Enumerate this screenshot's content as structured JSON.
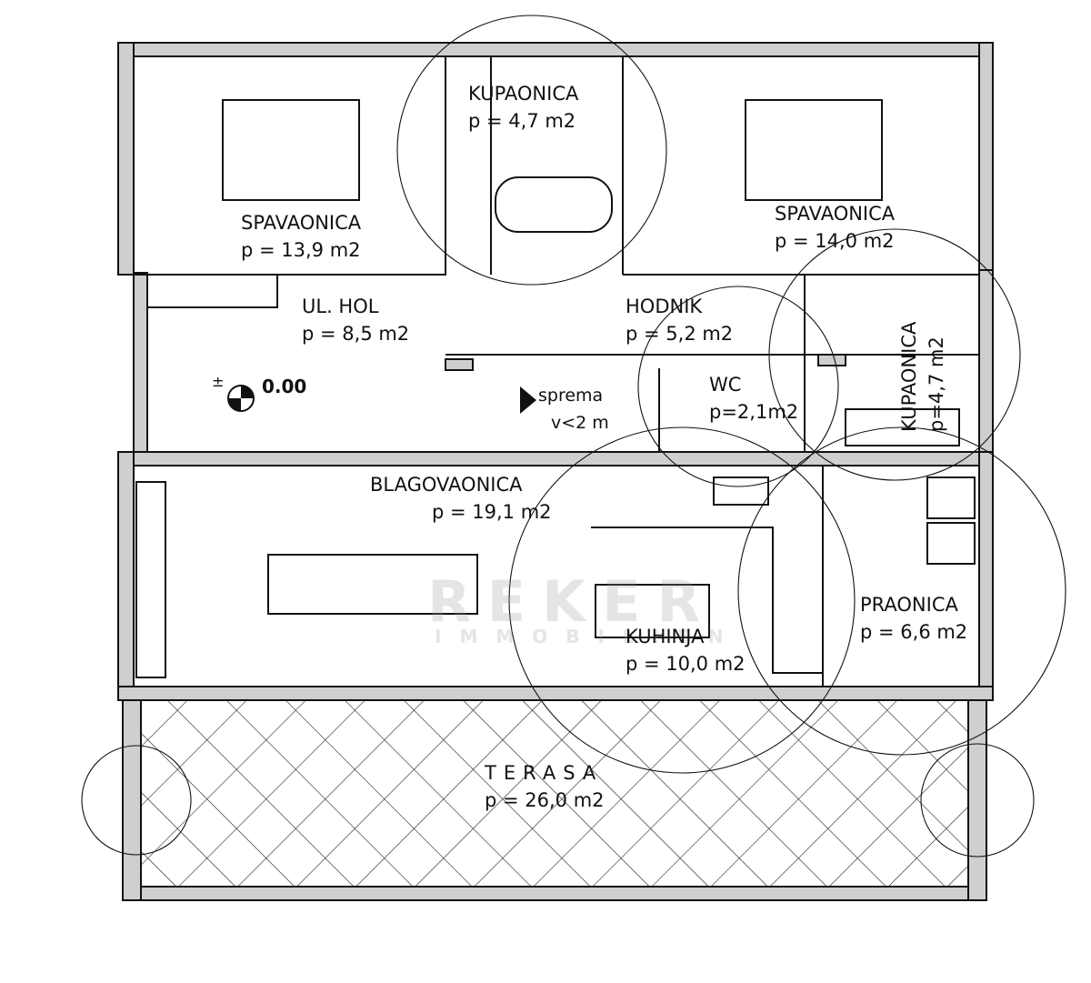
{
  "rooms": [
    {
      "name": "SPAVAONICA",
      "area": "p = 13,9 m2"
    },
    {
      "name": "KUPAONICA",
      "area": "p = 4,7 m2"
    },
    {
      "name": "SPAVAONICA",
      "area": "p = 14,0 m2"
    },
    {
      "name": "UL. HOL",
      "area": "p = 8,5 m2"
    },
    {
      "name": "HODNIK",
      "area": "p = 5,2 m2"
    },
    {
      "name": "sprema",
      "area": "v<2 m"
    },
    {
      "name": "WC",
      "area": "p=2,1m2"
    },
    {
      "name": "KUPAONICA",
      "area": "p=4,7 m2"
    },
    {
      "name": "BLAGOVAONICA",
      "area": "p = 19,1 m2"
    },
    {
      "name": "KUHINJA",
      "area": "p = 10,0 m2"
    },
    {
      "name": "PRAONICA",
      "area": "p = 6,6 m2"
    },
    {
      "name": "TERASA",
      "area": "p = 26,0 m2"
    }
  ],
  "level": {
    "sign": "±",
    "value": "0.00"
  },
  "watermark": {
    "line1": "REKER",
    "line2": "IMMOBILIEN"
  },
  "colors": {
    "wall": "#cfcfcf",
    "line": "#111111"
  }
}
